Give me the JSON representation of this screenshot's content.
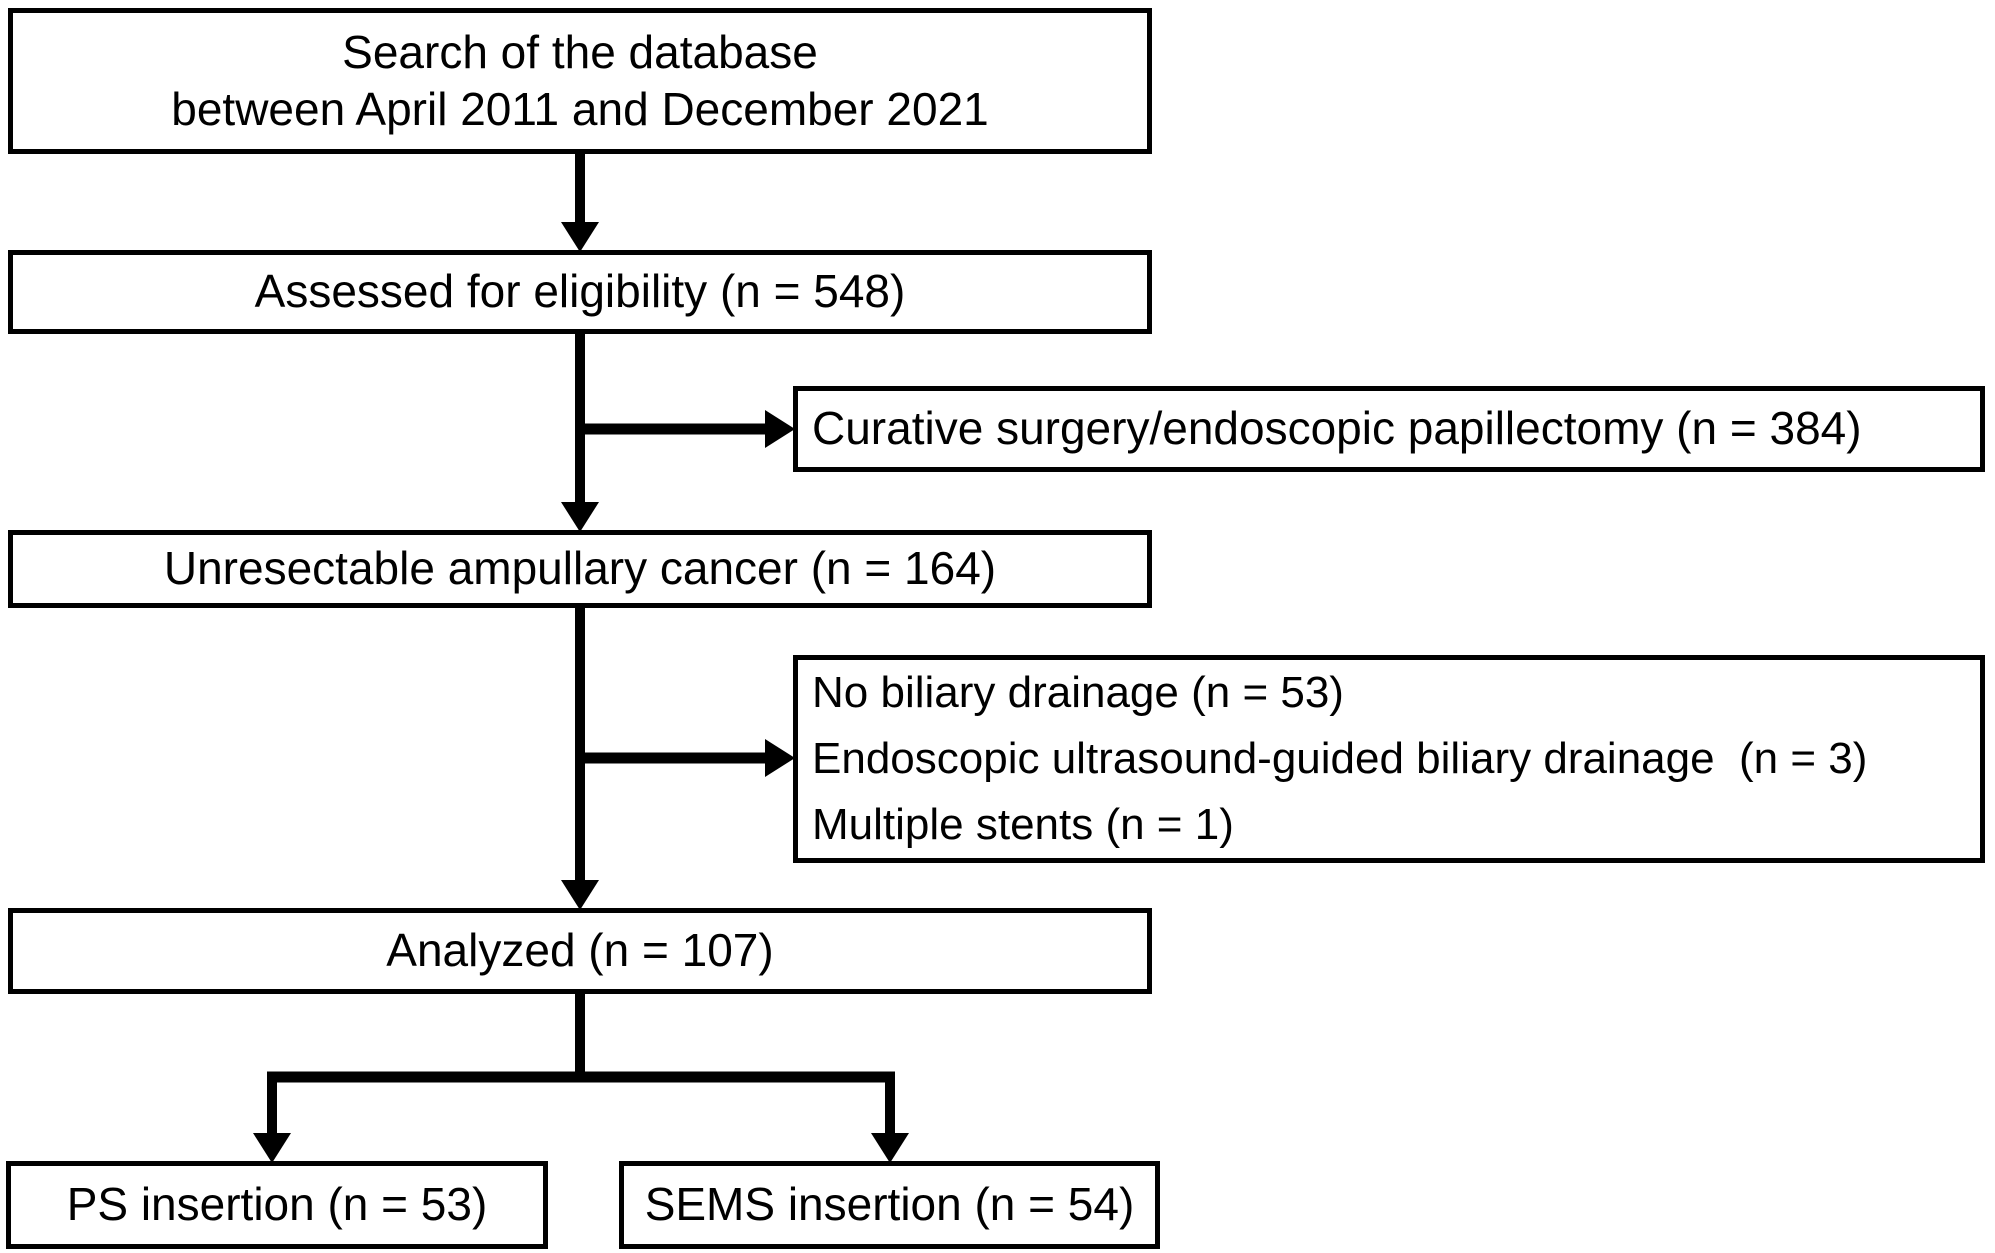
{
  "diagram": {
    "background_color": "#ffffff",
    "line_color": "#000000",
    "boxes": {
      "search": {
        "line1": "Search of the database",
        "line2": "between April 2011 and December 2021"
      },
      "assessed": {
        "label": "Assessed for eligibility (n = 548)"
      },
      "curative": {
        "label": "Curative surgery/endoscopic papillectomy (n = 384)"
      },
      "unresectable": {
        "label": "Unresectable ampullary cancer (n = 164)"
      },
      "exclusions": {
        "line1": "No biliary drainage (n = 53)",
        "line2": "Endoscopic ultrasound-guided biliary drainage  (n = 3)",
        "line3": "Multiple stents (n = 1)"
      },
      "analyzed": {
        "label": "Analyzed (n = 107)"
      },
      "ps": {
        "label": "PS insertion (n = 53)"
      },
      "sems": {
        "label": "SEMS insertion (n = 54)"
      }
    }
  }
}
